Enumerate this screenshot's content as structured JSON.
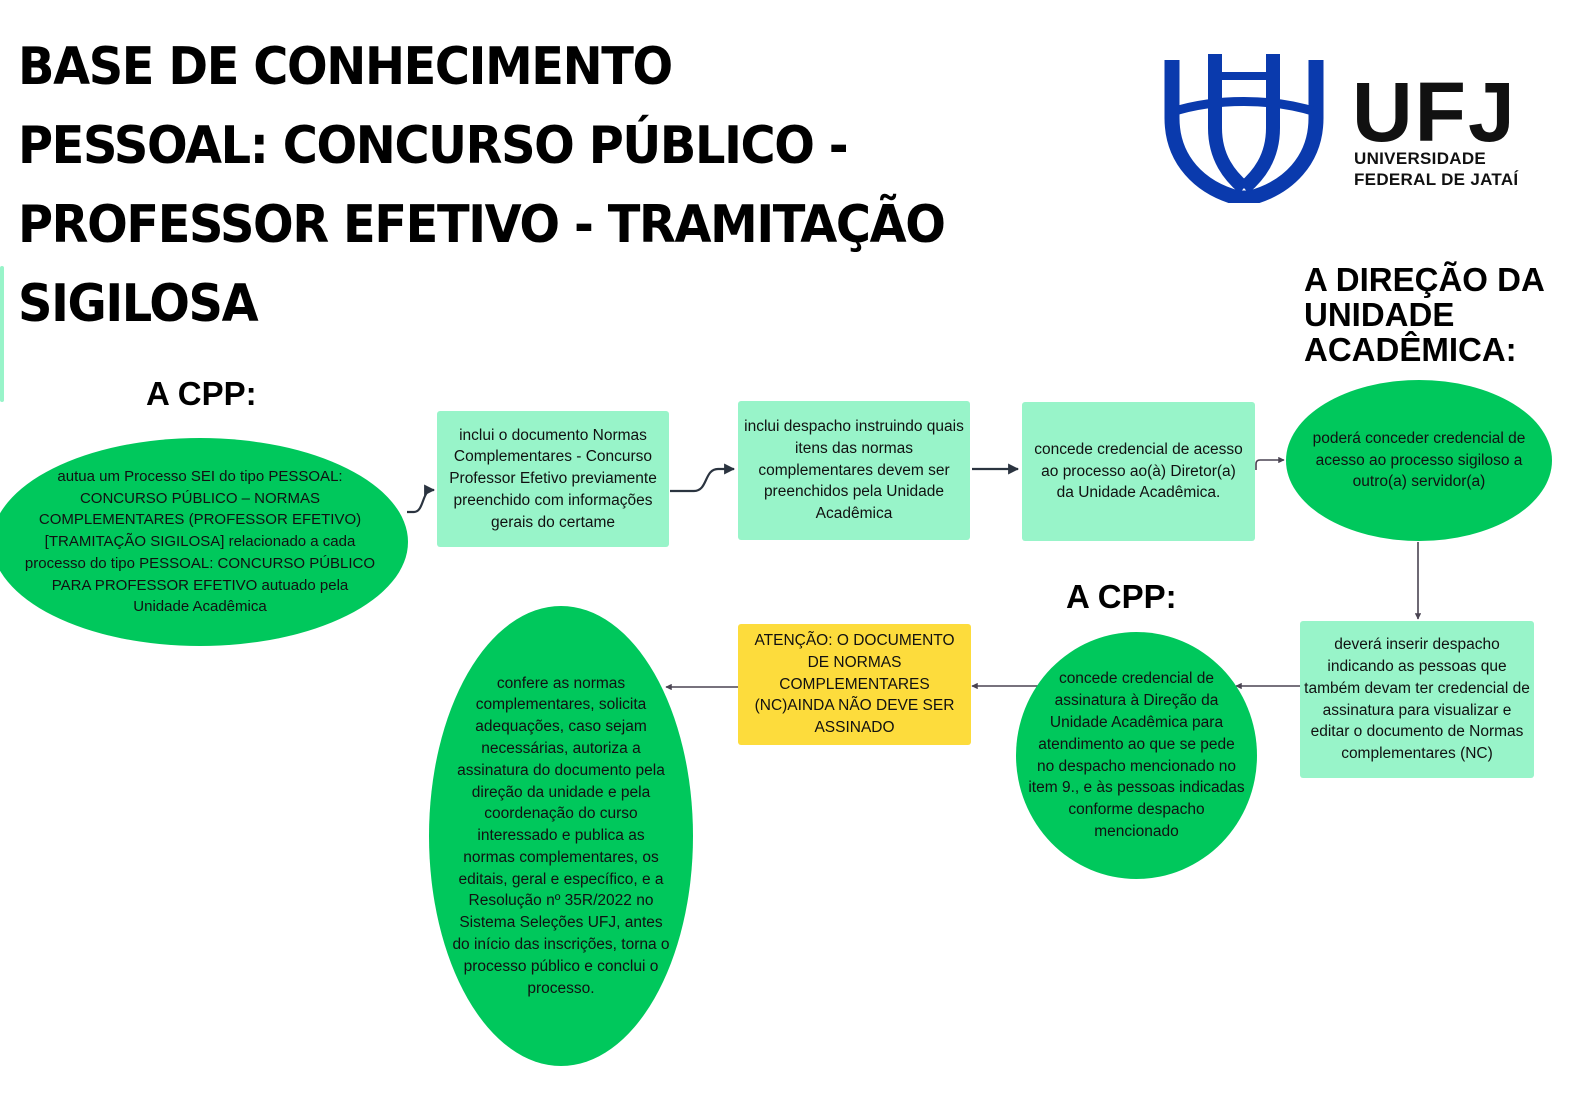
{
  "title": "BASE DE CONHECIMENTO PESSOAL: CONCURSO PÚBLICO - PROFESSOR EFETIVO - TRAMITAÇÃO SIGILOSA",
  "title_lines": [
    "BASE DE CONHECIMENTO",
    "PESSOAL: CONCURSO PÚBLICO -",
    "PROFESSOR EFETIVO - TRAMITAÇÃO",
    "SIGILOSA"
  ],
  "logo": {
    "acronym": "UFJ",
    "line1": "UNIVERSIDADE",
    "line2": "FEDERAL DE JATAÍ",
    "color": "#0a3aad"
  },
  "headings": {
    "cpp_first": "A CPP:",
    "direcao": [
      "A DIREÇÃO DA",
      "UNIDADE",
      "ACADÊMICA:"
    ],
    "cpp_second": "A CPP:"
  },
  "colors": {
    "ellipse_green": "#00c85c",
    "box_mint": "#98f4c9",
    "box_warning": "#fddc3c",
    "connector": "#2b3440"
  },
  "nodes": [
    {
      "id": 1,
      "shape": "ellipse",
      "text": "autua um Processo SEI do tipo PESSOAL: CONCURSO PÚBLICO – NORMAS COMPLEMENTARES (PROFESSOR EFETIVO) [TRAMITAÇÃO SIGILOSA] relacionado a cada processo do tipo PESSOAL: CONCURSO PÚBLICO PARA PROFESSOR EFETIVO autuado pela Unidade Acadêmica"
    },
    {
      "id": 2,
      "shape": "rect",
      "text": "inclui o documento Normas Complementares - Concurso Professor Efetivo previamente preenchido com informações gerais do certame"
    },
    {
      "id": 3,
      "shape": "rect",
      "text": "inclui despacho instruindo quais itens das normas complementares devem ser preenchidos pela Unidade Acadêmica"
    },
    {
      "id": 4,
      "shape": "rect",
      "text": "concede credencial de acesso ao processo ao(à) Diretor(a) da Unidade Acadêmica."
    },
    {
      "id": 5,
      "shape": "ellipse",
      "text": "poderá conceder credencial de acesso ao processo sigiloso a outro(a) servidor(a)"
    },
    {
      "id": 6,
      "shape": "rect",
      "text": "deverá inserir despacho indicando as pessoas que também devam ter credencial de assinatura para visualizar e editar o documento de Normas complementares (NC)"
    },
    {
      "id": 7,
      "shape": "ellipse",
      "text": "concede credencial de assinatura à Direção da Unidade Acadêmica para atendimento ao que se pede no despacho mencionado no item 9., e às pessoas indicadas conforme despacho mencionado"
    },
    {
      "id": 8,
      "shape": "warning",
      "text": "ATENÇÃO: O DOCUMENTO DE NORMAS COMPLEMENTARES (NC)AINDA NÃO DEVE SER ASSINADO"
    },
    {
      "id": 9,
      "shape": "ellipse",
      "text": "confere as normas complementares, solicita adequações, caso sejam necessárias, autoriza a assinatura do documento pela direção da unidade e pela coordenação do curso interessado e publica as normas complementares, os editais, geral e específico, e a Resolução nº 35R/2022 no Sistema Seleções UFJ, antes do início das inscrições, torna o processo público e conclui o processo."
    }
  ],
  "edges": [
    {
      "from": 1,
      "to": 2
    },
    {
      "from": 2,
      "to": 3
    },
    {
      "from": 3,
      "to": 4
    },
    {
      "from": 4,
      "to": 5
    },
    {
      "from": 5,
      "to": 6
    },
    {
      "from": 6,
      "to": 7
    },
    {
      "from": 7,
      "to": 8
    },
    {
      "from": 8,
      "to": 9
    }
  ]
}
